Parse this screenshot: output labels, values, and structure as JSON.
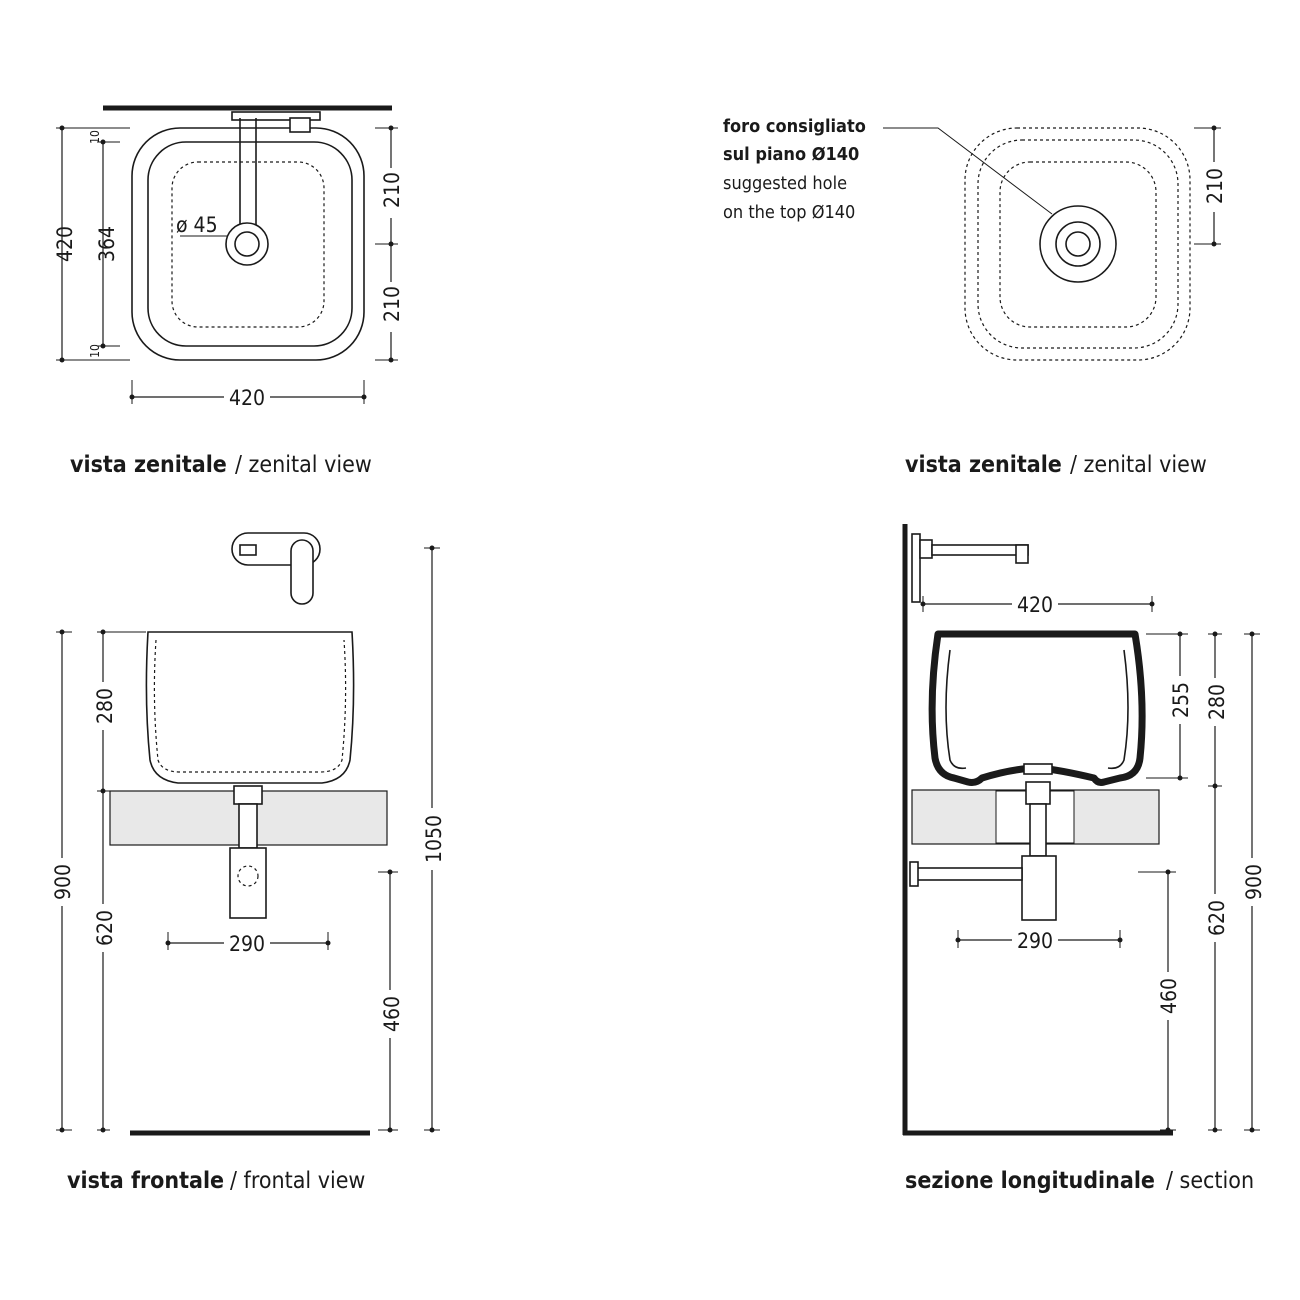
{
  "zenital_top_left": {
    "caption_bold": "vista zenitale",
    "caption_light": "/ zenital view",
    "dims": {
      "overall_height": "420",
      "inner_height": "364",
      "rim_top": "10",
      "rim_bottom": "10",
      "upper_half": "210",
      "lower_half": "210",
      "width": "420",
      "drain_diameter": "ø 45"
    }
  },
  "zenital_top_right": {
    "caption_bold": "vista zenitale",
    "caption_light": "/ zenital view",
    "note_it_line1": "foro consigliato",
    "note_it_line2": "sul piano Ø140",
    "note_en_line1": "suggested hole",
    "note_en_line2": "on the top Ø140",
    "dims": {
      "half": "210"
    }
  },
  "frontal": {
    "caption_bold": "vista frontale",
    "caption_light": "/ frontal view",
    "dims": {
      "basin_height": "280",
      "counter_height": "900",
      "siphon_height": "620",
      "drain_offset": "460",
      "tap_height": "1050",
      "drain_spacing": "290"
    }
  },
  "section": {
    "caption_bold": "sezione longitudinale",
    "caption_light": "/ section",
    "dims": {
      "width": "420",
      "inner_depth": "255",
      "basin_height": "280",
      "siphon_height": "620",
      "counter_height": "900",
      "drain_offset": "460",
      "drain_spacing": "290"
    }
  }
}
